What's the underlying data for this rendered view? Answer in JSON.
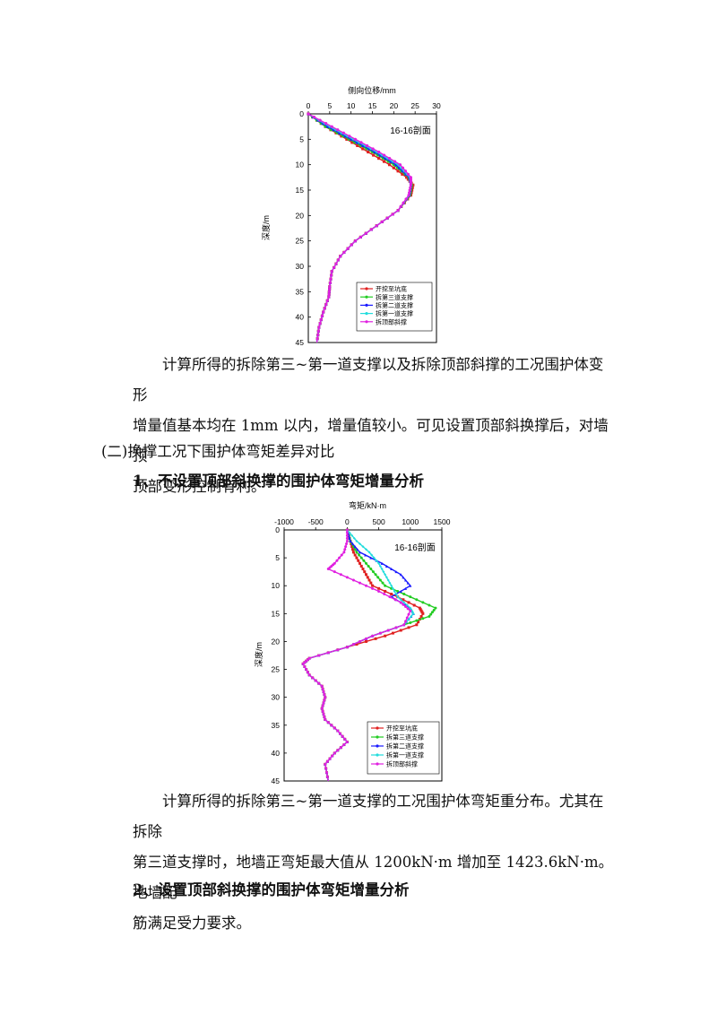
{
  "charts": {
    "displacement": {
      "xlabel": "侧向位移/mm",
      "ylabel": "深度/m",
      "annotation": "16-16剖面",
      "x_ticks": [
        "0",
        "5",
        "10",
        "15",
        "20",
        "25",
        "30"
      ],
      "y_ticks": [
        "0",
        "5",
        "10",
        "15",
        "20",
        "25",
        "30",
        "35",
        "40",
        "45"
      ],
      "legend": [
        "开挖至坑底",
        "拆第三道支撑",
        "拆第二道支撑",
        "拆第一道支撑",
        "拆顶部斜撑"
      ]
    },
    "moment": {
      "xlabel": "弯矩/kN·m",
      "ylabel": "深度/m",
      "annotation": "16-16剖面",
      "x_ticks": [
        "-1000",
        "-500",
        "0",
        "500",
        "1000",
        "1500"
      ],
      "y_ticks": [
        "0",
        "5",
        "10",
        "15",
        "20",
        "25",
        "30",
        "35",
        "40",
        "45"
      ],
      "legend": [
        "开挖至坑底",
        "拆第三道支撑",
        "拆第二道支撑",
        "拆第一道支撑",
        "拆顶部斜撑"
      ]
    }
  },
  "chart_data": [
    {
      "type": "line",
      "title": "16-16剖面",
      "xlabel": "侧向位移/mm",
      "ylabel": "深度/m",
      "xlim": [
        0,
        30
      ],
      "ylim": [
        0,
        45
      ],
      "y_inverted": true,
      "colors": [
        "#e02020",
        "#22cc22",
        "#1a1aff",
        "#22dddd",
        "#e020e0"
      ],
      "series": [
        {
          "name": "开挖至坑底",
          "points": [
            [
              0,
              0
            ],
            [
              4,
              2.5
            ],
            [
              9,
              5
            ],
            [
              14,
              7.5
            ],
            [
              19,
              10
            ],
            [
              23,
              12.5
            ],
            [
              24.5,
              14
            ],
            [
              24,
              16
            ],
            [
              21,
              19
            ],
            [
              16,
              22
            ],
            [
              11,
              25
            ],
            [
              7.5,
              28
            ],
            [
              5.5,
              31
            ],
            [
              5,
              34
            ],
            [
              4.8,
              36
            ],
            [
              3.5,
              39
            ],
            [
              2.5,
              42
            ],
            [
              2,
              45
            ]
          ]
        },
        {
          "name": "拆第三道支撑",
          "points": [
            [
              0,
              0
            ],
            [
              4,
              2.5
            ],
            [
              9.5,
              5
            ],
            [
              15,
              7.5
            ],
            [
              20,
              10
            ],
            [
              23.5,
              12.5
            ],
            [
              24.2,
              14
            ],
            [
              23.8,
              16
            ],
            [
              21,
              19
            ],
            [
              16,
              22
            ],
            [
              11,
              25
            ],
            [
              7.5,
              28
            ],
            [
              5.5,
              31
            ],
            [
              5,
              34
            ],
            [
              4.8,
              36
            ],
            [
              3.5,
              39
            ],
            [
              2.5,
              42
            ],
            [
              2,
              45
            ]
          ]
        },
        {
          "name": "拆第二道支撑",
          "points": [
            [
              0,
              0
            ],
            [
              4.5,
              2.5
            ],
            [
              10,
              5
            ],
            [
              15.5,
              7.5
            ],
            [
              20.5,
              10
            ],
            [
              23.6,
              12.5
            ],
            [
              24.1,
              14
            ],
            [
              23.7,
              16
            ],
            [
              21,
              19
            ],
            [
              16,
              22
            ],
            [
              11,
              25
            ],
            [
              7.5,
              28
            ],
            [
              5.5,
              31
            ],
            [
              5,
              34
            ],
            [
              4.8,
              36
            ],
            [
              3.5,
              39
            ],
            [
              2.5,
              42
            ],
            [
              2,
              45
            ]
          ]
        },
        {
          "name": "拆第一道支撑",
          "points": [
            [
              0,
              0
            ],
            [
              5,
              2.5
            ],
            [
              10.5,
              5
            ],
            [
              16,
              7.5
            ],
            [
              21,
              10
            ],
            [
              23.8,
              12.5
            ],
            [
              24,
              14
            ],
            [
              23.6,
              16
            ],
            [
              21,
              19
            ],
            [
              16,
              22
            ],
            [
              11,
              25
            ],
            [
              7.5,
              28
            ],
            [
              5.5,
              31
            ],
            [
              5,
              34
            ],
            [
              4.8,
              36
            ],
            [
              3.5,
              39
            ],
            [
              2.5,
              42
            ],
            [
              2,
              45
            ]
          ]
        },
        {
          "name": "拆顶部斜撑",
          "points": [
            [
              0,
              0
            ],
            [
              5.5,
              2.5
            ],
            [
              11,
              5
            ],
            [
              16.5,
              7.5
            ],
            [
              21.5,
              10
            ],
            [
              24,
              12.5
            ],
            [
              24,
              14
            ],
            [
              23.5,
              16
            ],
            [
              21,
              19
            ],
            [
              16,
              22
            ],
            [
              11,
              25
            ],
            [
              7.5,
              28
            ],
            [
              5.5,
              31
            ],
            [
              5,
              34
            ],
            [
              4.8,
              36
            ],
            [
              3.5,
              39
            ],
            [
              2.5,
              42
            ],
            [
              2,
              45
            ]
          ]
        }
      ]
    },
    {
      "type": "line",
      "title": "16-16剖面",
      "xlabel": "弯矩/kN·m",
      "ylabel": "深度/m",
      "xlim": [
        -1000,
        1500
      ],
      "ylim": [
        0,
        45
      ],
      "y_inverted": true,
      "colors": [
        "#e02020",
        "#22cc22",
        "#1a1aff",
        "#22dddd",
        "#e020e0"
      ],
      "series": [
        {
          "name": "开挖至坑底",
          "points": [
            [
              0,
              0
            ],
            [
              50,
              2
            ],
            [
              100,
              4
            ],
            [
              200,
              6
            ],
            [
              300,
              8
            ],
            [
              400,
              10
            ],
            [
              800,
              12
            ],
            [
              1150,
              14
            ],
            [
              1200,
              15
            ],
            [
              1100,
              17
            ],
            [
              600,
              19
            ],
            [
              0,
              21
            ],
            [
              -600,
              23
            ],
            [
              -700,
              24
            ],
            [
              -600,
              26
            ],
            [
              -400,
              28
            ],
            [
              -350,
              30
            ],
            [
              -400,
              32
            ],
            [
              -350,
              34
            ],
            [
              -150,
              36
            ],
            [
              0,
              38
            ],
            [
              -200,
              40
            ],
            [
              -350,
              42
            ],
            [
              -300,
              45
            ]
          ]
        },
        {
          "name": "拆第三道支撑",
          "points": [
            [
              0,
              0
            ],
            [
              50,
              2
            ],
            [
              150,
              4
            ],
            [
              300,
              6
            ],
            [
              450,
              8
            ],
            [
              600,
              10
            ],
            [
              1000,
              12
            ],
            [
              1400,
              14
            ],
            [
              1300,
              15.5
            ],
            [
              900,
              17
            ],
            [
              400,
              19
            ],
            [
              0,
              21
            ],
            [
              -600,
              23
            ],
            [
              -700,
              24
            ],
            [
              -600,
              26
            ],
            [
              -400,
              28
            ],
            [
              -350,
              30
            ],
            [
              -400,
              32
            ],
            [
              -350,
              34
            ],
            [
              -150,
              36
            ],
            [
              0,
              38
            ],
            [
              -200,
              40
            ],
            [
              -350,
              42
            ],
            [
              -300,
              45
            ]
          ]
        },
        {
          "name": "拆第二道支撑",
          "points": [
            [
              0,
              0
            ],
            [
              50,
              2
            ],
            [
              200,
              4
            ],
            [
              550,
              6
            ],
            [
              850,
              8
            ],
            [
              1000,
              10
            ],
            [
              700,
              12
            ],
            [
              1000,
              14
            ],
            [
              1050,
              15
            ],
            [
              900,
              17
            ],
            [
              400,
              19
            ],
            [
              0,
              21
            ],
            [
              -600,
              23
            ],
            [
              -700,
              24
            ],
            [
              -600,
              26
            ],
            [
              -400,
              28
            ],
            [
              -350,
              30
            ],
            [
              -400,
              32
            ],
            [
              -350,
              34
            ],
            [
              -150,
              36
            ],
            [
              0,
              38
            ],
            [
              -200,
              40
            ],
            [
              -350,
              42
            ],
            [
              -300,
              45
            ]
          ]
        },
        {
          "name": "拆第一道支撑",
          "points": [
            [
              0,
              0
            ],
            [
              150,
              2
            ],
            [
              350,
              4
            ],
            [
              500,
              6
            ],
            [
              600,
              8
            ],
            [
              700,
              10
            ],
            [
              800,
              12
            ],
            [
              1000,
              14
            ],
            [
              1050,
              15
            ],
            [
              900,
              17
            ],
            [
              400,
              19
            ],
            [
              0,
              21
            ],
            [
              -600,
              23
            ],
            [
              -700,
              24
            ],
            [
              -600,
              26
            ],
            [
              -400,
              28
            ],
            [
              -350,
              30
            ],
            [
              -400,
              32
            ],
            [
              -350,
              34
            ],
            [
              -150,
              36
            ],
            [
              0,
              38
            ],
            [
              -200,
              40
            ],
            [
              -350,
              42
            ],
            [
              -300,
              45
            ]
          ]
        },
        {
          "name": "拆顶部斜撑",
          "points": [
            [
              0,
              0
            ],
            [
              0,
              2
            ],
            [
              -50,
              4
            ],
            [
              -200,
              6
            ],
            [
              -300,
              7
            ],
            [
              100,
              9
            ],
            [
              500,
              11
            ],
            [
              850,
              13
            ],
            [
              1000,
              14.5
            ],
            [
              900,
              17
            ],
            [
              400,
              19
            ],
            [
              0,
              21
            ],
            [
              -600,
              23
            ],
            [
              -700,
              24
            ],
            [
              -600,
              26
            ],
            [
              -400,
              28
            ],
            [
              -350,
              30
            ],
            [
              -400,
              32
            ],
            [
              -350,
              34
            ],
            [
              -150,
              36
            ],
            [
              0,
              38
            ],
            [
              -200,
              40
            ],
            [
              -350,
              42
            ],
            [
              -300,
              45
            ]
          ]
        }
      ]
    }
  ],
  "text": {
    "para1_line1": "计算所得的拆除第三~第一道支撑以及拆除顶部斜撑的工况围护体变形",
    "para1_line2": "增量值基本均在 1mm 以内，增量值较小。可见设置顶部斜换撑后，对墙顶",
    "para1_line3": "顶部变形控制有利。",
    "section_heading": "(二)换撑工况下围护体弯矩差异对比",
    "sub_heading_1": "1、不设置顶部斜换撑的围护体弯矩增量分析",
    "para2_line1": "计算所得的拆除第三~第一道支撑的工况围护体弯矩重分布。尤其在拆除",
    "para2_line2": "第三道支撑时，地墙正弯矩最大值从 1200kN·m 增加至 1423.6kN·m。地墙配",
    "para2_line3": "筋满足受力要求。",
    "sub_heading_2": "2、设置顶部斜换撑的围护体弯矩增量分析"
  }
}
